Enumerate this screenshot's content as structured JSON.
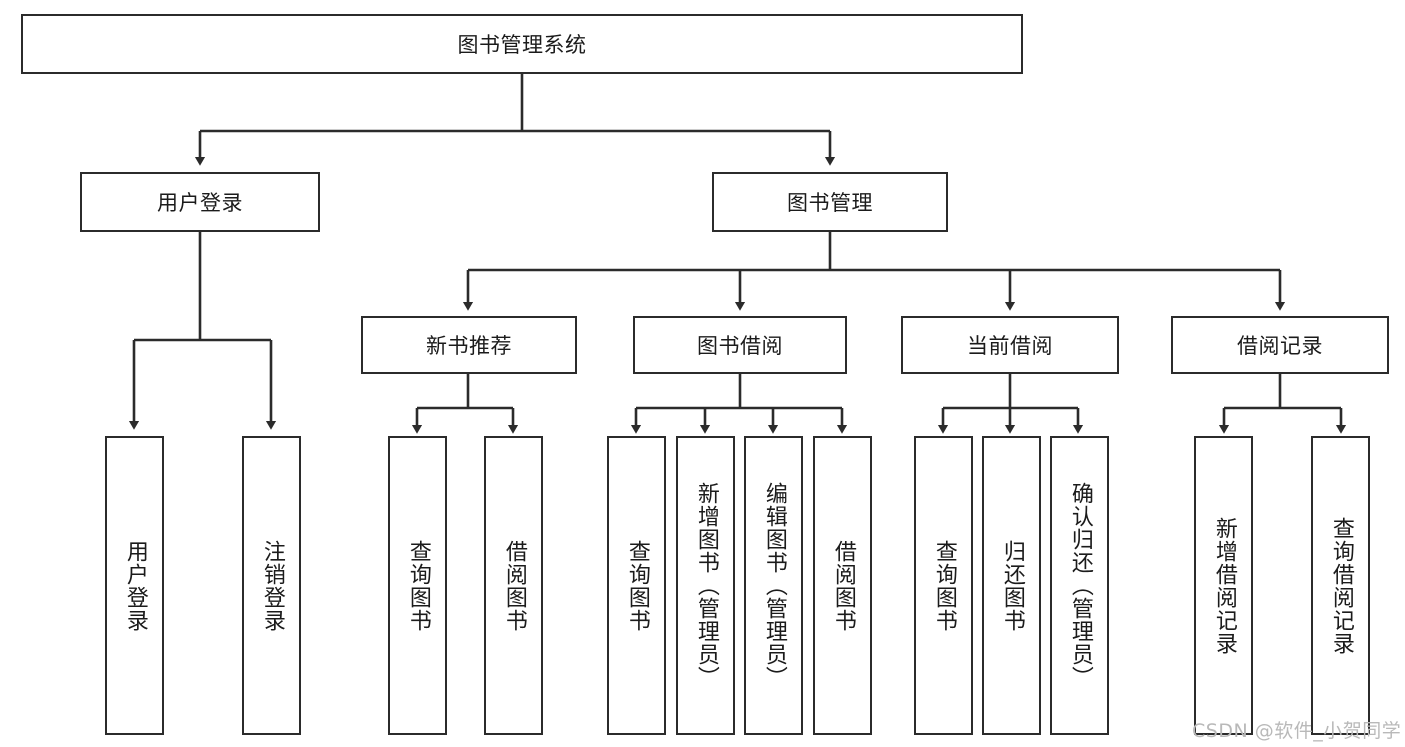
{
  "diagram": {
    "type": "tree-hierarchy",
    "title": "图书管理系统",
    "root": {
      "label": "图书管理系统"
    },
    "level2": [
      {
        "label": "用户登录"
      },
      {
        "label": "图书管理"
      }
    ],
    "level3": [
      {
        "label": "新书推荐"
      },
      {
        "label": "图书借阅"
      },
      {
        "label": "当前借阅"
      },
      {
        "label": "借阅记录"
      }
    ],
    "leaves": {
      "user_login": [
        {
          "label": "用户登录"
        },
        {
          "label": "注销登录"
        }
      ],
      "new_book_recommend": [
        {
          "label": "查询图书"
        },
        {
          "label": "借阅图书"
        }
      ],
      "book_borrow": [
        {
          "label": "查询图书"
        },
        {
          "label": "新增图书（管理员）"
        },
        {
          "label": "编辑图书（管理员）"
        },
        {
          "label": "借阅图书"
        }
      ],
      "current_borrow": [
        {
          "label": "查询图书"
        },
        {
          "label": "归还图书"
        },
        {
          "label": "确认归还（管理员）"
        }
      ],
      "borrow_record": [
        {
          "label": "新增借阅记录"
        },
        {
          "label": "查询借阅记录"
        }
      ]
    },
    "watermark": "CSDN @软件_小贺同学",
    "colors": {
      "stroke": "#2b2b2b",
      "fill": "#ffffff",
      "text": "#1b1b1b",
      "watermark": "#b9b9b9"
    }
  }
}
